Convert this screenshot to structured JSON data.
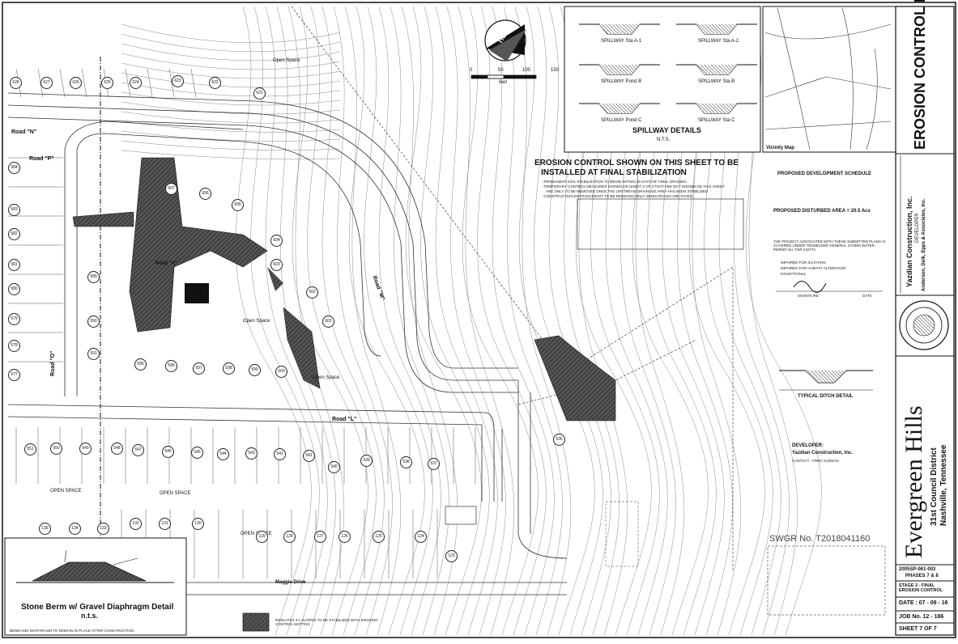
{
  "sheet_title": "EROSION CONTROL PLAN",
  "project": {
    "name": "Evergreen Hills",
    "district": "31st Council District",
    "location": "Nashville, Tennessee"
  },
  "company": {
    "name": "Yazdian Construction, Inc.",
    "role": "DEVELOPER",
    "engineer": "Anderson, Delk, Epps & Associates, Inc."
  },
  "north_label": "north",
  "scale": {
    "ticks": [
      "0",
      "50",
      "100",
      "150"
    ],
    "unit": "feet"
  },
  "spillway": {
    "title": "SPILLWAY DETAILS",
    "subtitle": "N.T.S.",
    "items": [
      "SPILLWAY Sta A-1",
      "SPILLWAY Sta A-2",
      "SPILLWAY Pond B",
      "SPILLWAY Sta B",
      "SPILLWAY Pond C",
      "SPILLWAY Sta C"
    ]
  },
  "vicinity_label": "Vicinity Map",
  "erosion_notice": {
    "line1": "EROSION CONTROL SHOWN ON THIS SHEET TO BE",
    "line2": "INSTALLED AT FINAL STABILIZATION",
    "bullets": [
      "-PERMANENT SOIL STABILIZATION TO BEGIN WITHIN 15 DAYS OF FINAL GRADING.",
      "-TEMPORARY CONTROL MEASURES SHOWN ON SHEET 2 OF 3 THAT ARE NOT SHOWN ON THIS SHEET",
      "ARE ONLY TO BE REMOVED ONCE THE UPSTREAM DRAINAGE AREA HAS BEEN STABILIZED.",
      "-CONSTRUCTION ENTRANCE/EXIT TO BE REMOVED ONLY WHEN ROADS ARE PAVED."
    ]
  },
  "schedule": {
    "title": "PROPOSED DEVELOPMENT SCHEDULE",
    "disturbed": "PROPOSED DISTURBED AREA = 20.5 Acs",
    "storm": "THE PROJECT ASSOCIATED WITH THESE SUBMITTED PLANS IS COVERED UNDER TENNESSEE GENERAL STORM WATER PERMIT No. TNR 242772",
    "checks": [
      "IMPAIRED FOR SILTATION",
      "IMPAIRED FOR HABITAT ALTERATION",
      "EXCEPTIONAL"
    ],
    "signature": "SIGNATURE",
    "date": "DATE"
  },
  "ditch_label": "TYPICAL DITCH DETAIL",
  "developer": {
    "title": "DEVELOPER:",
    "name": "Yazdian Construction, Inc.",
    "contact": "CONTACT : FRED YAZDIAN"
  },
  "swgr": "SWGR No. T2018041160",
  "berm": {
    "title": "Stone Berm w/ Gravel Diaphragm Detail",
    "subtitle": "n.t.s.",
    "note": "BERM AND DIAPHRAGM TO REMAIN IN PLACE AFTER CONSTRUCTION"
  },
  "legend": "INDICATES 3:1 SLOPES TO BE STABILIZED WITH EROSION CONTROL MATTING",
  "roads": [
    "Road \"N\"",
    "Road \"P\"",
    "Road \"O\"",
    "Road \"L\"",
    "Road \"M\"",
    "Maggie Drive"
  ],
  "area_labels": [
    "Open Space",
    "Open Space",
    "Open Space",
    "OPEN SPACE",
    "OPEN SPACE",
    "OPEN SPACE",
    "Pond \"A\""
  ],
  "lots_top": [
    "628",
    "627",
    "626",
    "625",
    "624",
    "623",
    "622",
    "621"
  ],
  "lots_left": [
    "584",
    "583",
    "582",
    "581",
    "580",
    "579",
    "578",
    "577"
  ],
  "lots_bottom": [
    "551",
    "550",
    "549",
    "548",
    "547",
    "546",
    "545",
    "544",
    "543",
    "542",
    "541",
    "540",
    "539",
    "538",
    "537",
    "536"
  ],
  "lots_inner": [
    "607",
    "606",
    "605",
    "604",
    "603",
    "602",
    "601",
    "600",
    "599",
    "598",
    "597",
    "596",
    "595",
    "589",
    "590",
    "591"
  ],
  "lots_row": [
    "135",
    "134",
    "133",
    "132",
    "131",
    "130",
    "129",
    "128",
    "127",
    "126",
    "125",
    "124",
    "123"
  ],
  "title_block": {
    "plan_no": "2005SP-061-003",
    "phase": "PHASES 7 & 8",
    "stage": "STAGE 2 - FINAL EROSION CONTROL",
    "date": "DATE : 07 - 09 - 16",
    "job": "JOB No. 12 - 186",
    "sheet": "SHEET 7 OF 7"
  }
}
